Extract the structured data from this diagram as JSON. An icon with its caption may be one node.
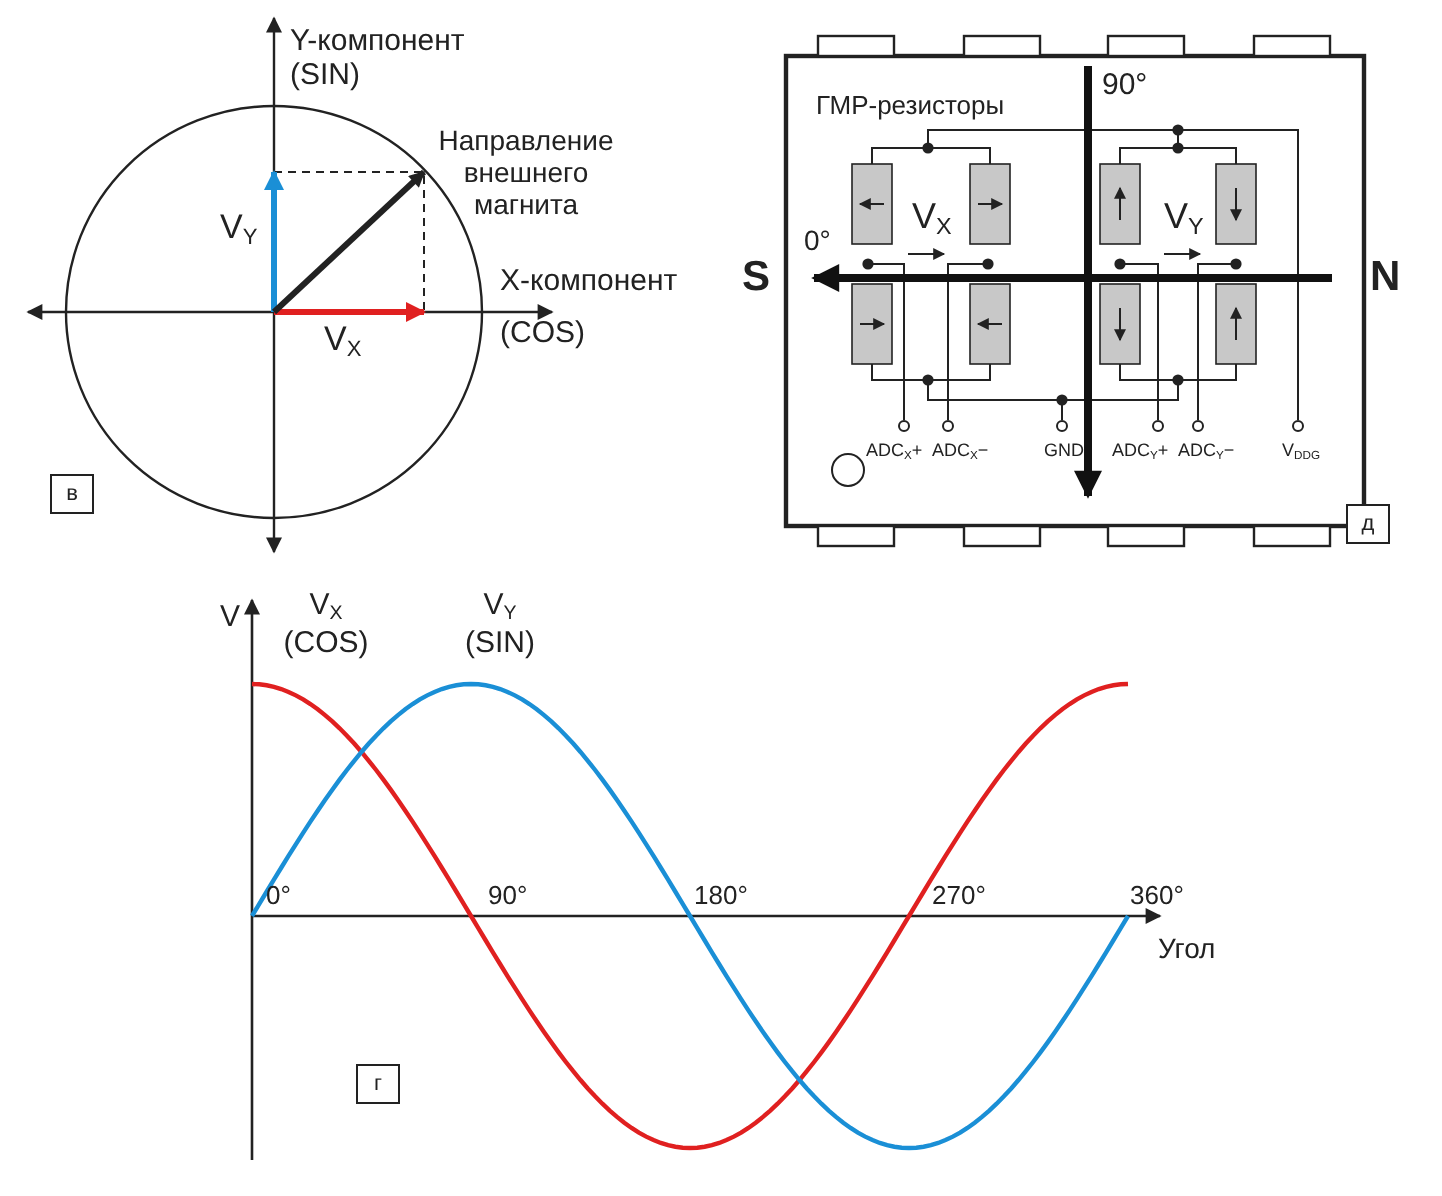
{
  "diagram": {
    "nodes": [
      {
        "text": [
          "в"
        ]
      },
      {
        "text": [
          "д"
        ]
      },
      {
        "text": [
          "г"
        ]
      }
    ],
    "labels": [
      "Y-компонент (SIN)",
      "Направление внешнего магнита",
      "V$_{Y}$",
      "X-компонент (COS)",
      "V$_{X}$",
      "90°",
      "ГМР-резисторы",
      "0°",
      "V$_{X}$",
      "V$_{Y}$",
      "S",
      "N",
      "ADC$_{X}$+",
      "ADC$_{X}$−",
      "GND",
      "ADC$_{Y}$+",
      "ADC$_{Y}$−",
      "V$_{DDG}$",
      "V",
      "V$_{X}$ (COS)",
      "V$_{Y}$ (SIN)",
      "0°",
      "90°",
      "180°",
      "270°",
      "360°",
      "Угол"
    ]
  }
}
